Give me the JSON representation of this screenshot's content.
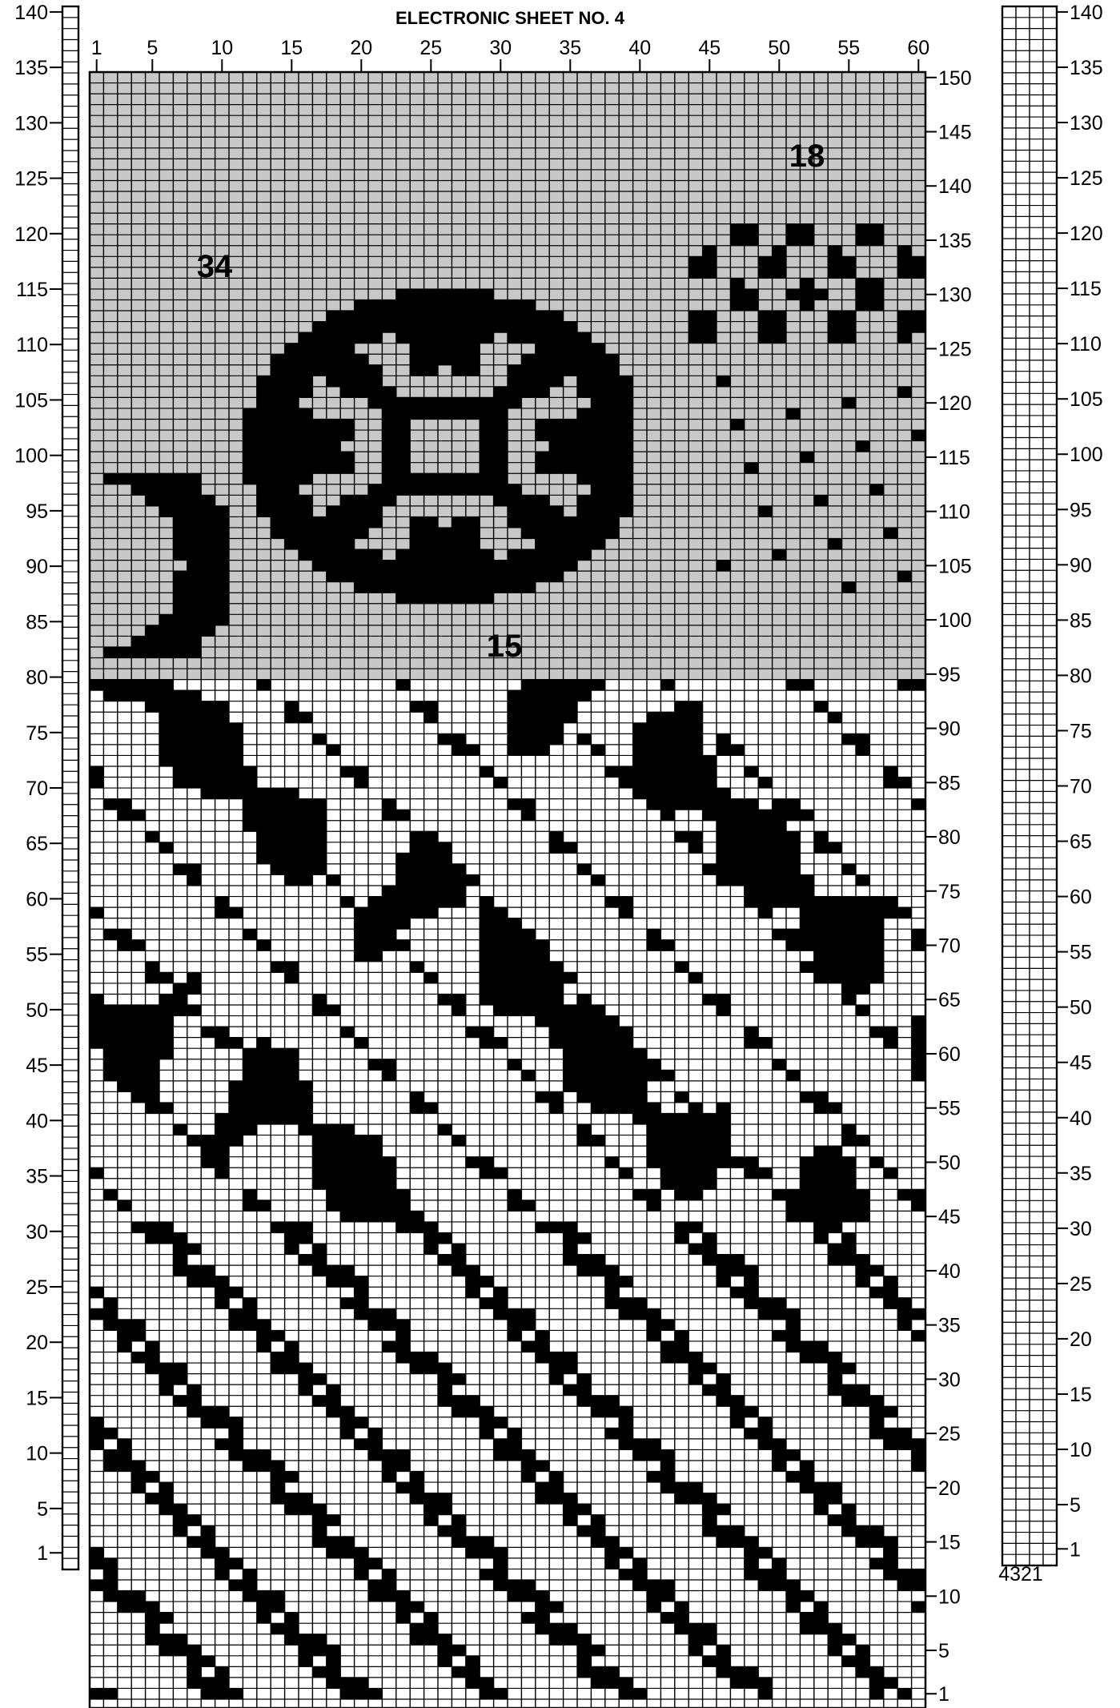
{
  "sheet": {
    "title": "ELECTRONIC SHEET NO. 4",
    "stitch_labels": [
      "1",
      "5",
      "10",
      "15",
      "20",
      "25",
      "30",
      "35",
      "40",
      "45",
      "50",
      "55",
      "60"
    ],
    "stitch_numbers": [
      1,
      5,
      10,
      15,
      20,
      25,
      30,
      35,
      40,
      45,
      50,
      55,
      60
    ],
    "row_labels_right": [
      "150",
      "145",
      "140",
      "135",
      "130",
      "125",
      "120",
      "115",
      "110",
      "105",
      "100",
      "95",
      "90",
      "85",
      "80",
      "75",
      "70",
      "65",
      "60",
      "55",
      "50",
      "45",
      "40",
      "35",
      "30",
      "25",
      "20",
      "15",
      "10",
      "5",
      "1"
    ],
    "row_numbers_right": [
      150,
      145,
      140,
      135,
      130,
      125,
      120,
      115,
      110,
      105,
      100,
      95,
      90,
      85,
      80,
      75,
      70,
      65,
      60,
      55,
      50,
      45,
      40,
      35,
      30,
      25,
      20,
      15,
      10,
      5,
      1
    ],
    "region_labels": [
      {
        "text": "34",
        "stitch": 10,
        "row": 133
      },
      {
        "text": "18",
        "stitch": 52,
        "row": 141
      },
      {
        "text": "15",
        "stitch": 30,
        "row": 98
      }
    ],
    "shaded_bands": [
      {
        "from_row": 136,
        "to_row": 150,
        "from_stitch": 1,
        "to_stitch": 60
      },
      {
        "from_row": 95,
        "to_row": 135,
        "from_stitch": 1,
        "to_stitch": 60
      }
    ]
  },
  "left_ruler": {
    "labels": [
      "140",
      "135",
      "130",
      "125",
      "120",
      "115",
      "110",
      "105",
      "100",
      "95",
      "90",
      "85",
      "80",
      "75",
      "70",
      "65",
      "60",
      "55",
      "50",
      "45",
      "40",
      "35",
      "30",
      "25",
      "20",
      "15",
      "10",
      "5",
      "1"
    ],
    "numbers": [
      140,
      135,
      130,
      125,
      120,
      115,
      110,
      105,
      100,
      95,
      90,
      85,
      80,
      75,
      70,
      65,
      60,
      55,
      50,
      45,
      40,
      35,
      30,
      25,
      20,
      15,
      10,
      5,
      1
    ]
  },
  "right_ruler": {
    "labels": [
      "140",
      "135",
      "130",
      "125",
      "120",
      "115",
      "110",
      "105",
      "100",
      "95",
      "90",
      "85",
      "80",
      "75",
      "70",
      "65",
      "60",
      "55",
      "50",
      "45",
      "40",
      "35",
      "30",
      "25",
      "20",
      "15",
      "10",
      "5",
      "1"
    ],
    "numbers": [
      140,
      135,
      130,
      125,
      120,
      115,
      110,
      105,
      100,
      95,
      90,
      85,
      80,
      75,
      70,
      65,
      60,
      55,
      50,
      45,
      40,
      35,
      30,
      25,
      20,
      15,
      10,
      5,
      1
    ],
    "bottom_label": "4321"
  },
  "colors": {
    "ink": "#000000",
    "paper": "#ffffff",
    "shade": "#c8c8c8"
  }
}
